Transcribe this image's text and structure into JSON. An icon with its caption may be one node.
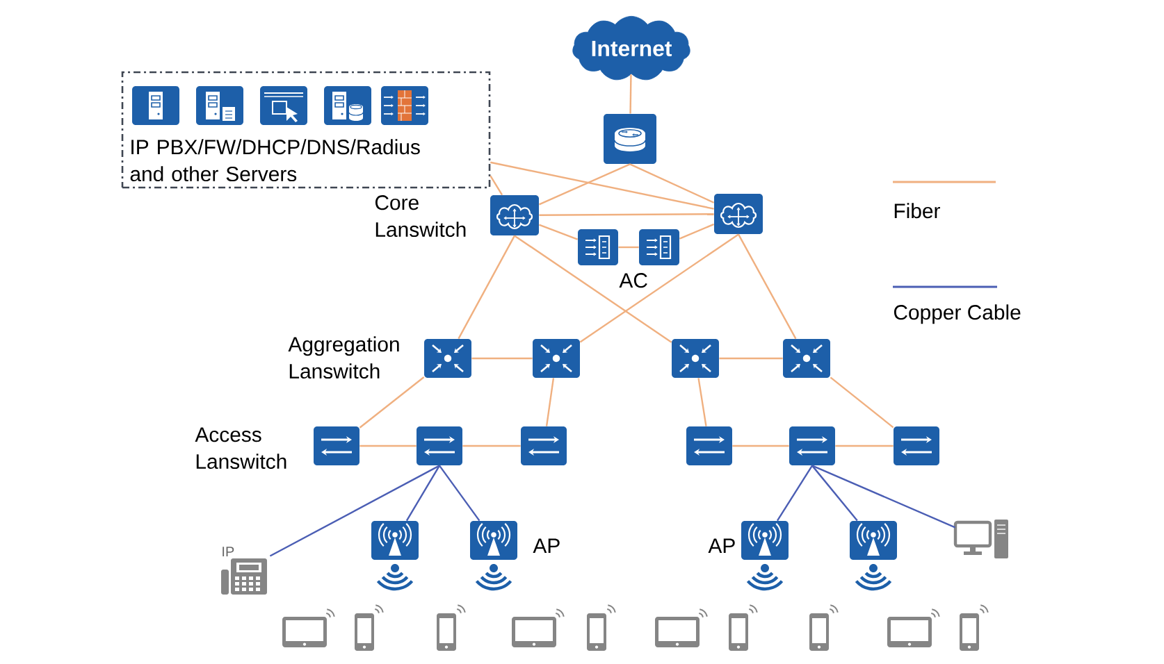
{
  "diagram": {
    "nodes": [
      {
        "text": [
          "Internet"
        ]
      },
      {
        "text": [
          "IP PBX/FW/DHCP/DNS/Radius and other Servers"
        ]
      },
      {
        "text": [],
        "shape": "box"
      },
      {
        "text": [],
        "shape": "box"
      },
      {
        "text": [],
        "shape": "box"
      },
      {
        "text": [],
        "shape": "box"
      },
      {
        "text": [],
        "shape": "box"
      },
      {
        "text": [],
        "shape": "box"
      },
      {
        "text": [],
        "shape": "box"
      },
      {
        "text": [],
        "shape": "box"
      },
      {
        "text": [],
        "shape": "box"
      },
      {
        "text": [],
        "shape": "box"
      },
      {
        "text": [],
        "shape": "box"
      },
      {
        "text": [],
        "shape": "box"
      },
      {
        "text": [],
        "shape": "box"
      },
      {
        "text": [],
        "shape": "box"
      },
      {
        "text": [],
        "shape": "box"
      },
      {
        "text": [
          "IP"
        ]
      },
      {
        "text": [],
        "shape": "box"
      },
      {
        "text": [],
        "shape": "box",
        "beside": [
          "AP"
        ]
      },
      {
        "text": [],
        "shape": "box",
        "beside": [
          "AP"
        ]
      },
      {
        "text": [],
        "shape": "box"
      },
      {
        "text": [],
        "shape": "picture"
      }
    ],
    "edges": [
      {
        "from": 0,
        "to": 2,
        "arrow": "none"
      },
      {
        "from": 2,
        "to": 3,
        "arrow": "none"
      },
      {
        "from": 2,
        "to": 4,
        "arrow": "none"
      },
      {
        "from": 1,
        "to": 3,
        "arrow": "none"
      },
      {
        "from": 1,
        "to": 4,
        "arrow": "none"
      },
      {
        "from": 3,
        "to": 4,
        "arrow": "none"
      },
      {
        "from": 3,
        "to": 5,
        "arrow": "none"
      },
      {
        "from": 5,
        "to": 6,
        "arrow": "none"
      },
      {
        "from": 6,
        "to": 4,
        "arrow": "none"
      },
      {
        "from": 3,
        "to": 7,
        "arrow": "none"
      },
      {
        "from": 3,
        "to": 9,
        "arrow": "none"
      },
      {
        "from": 4,
        "to": 8,
        "arrow": "none"
      },
      {
        "from": 4,
        "to": 10,
        "arrow": "none"
      },
      {
        "from": 7,
        "to": 8,
        "arrow": "none"
      },
      {
        "from": 9,
        "to": 10,
        "arrow": "none"
      },
      {
        "from": 7,
        "to": 11,
        "arrow": "none"
      },
      {
        "from": 8,
        "to": 13,
        "arrow": "none"
      },
      {
        "from": 9,
        "to": 14,
        "arrow": "none"
      },
      {
        "from": 10,
        "to": 16,
        "arrow": "none"
      },
      {
        "from": 11,
        "to": 12,
        "arrow": "none"
      },
      {
        "from": 12,
        "to": 13,
        "arrow": "none"
      },
      {
        "from": 14,
        "to": 15,
        "arrow": "none"
      },
      {
        "from": 15,
        "to": 16,
        "arrow": "none"
      },
      {
        "from": 12,
        "to": 17,
        "arrow": "none",
        "color": "#4b5eb4"
      },
      {
        "from": 12,
        "to": 18,
        "arrow": "none",
        "color": "#4b5eb4"
      },
      {
        "from": 12,
        "to": 19,
        "arrow": "none",
        "color": "#4b5eb4"
      },
      {
        "from": 15,
        "to": 20,
        "arrow": "none",
        "color": "#4b5eb4"
      },
      {
        "from": 15,
        "to": 21,
        "arrow": "none",
        "color": "#4b5eb4"
      },
      {
        "from": 15,
        "to": 22,
        "arrow": "none",
        "color": "#4b5eb4"
      }
    ],
    "labels": [
      "Core Lanswitch",
      "AC",
      "Aggregation Lanswitch",
      "Access Lanswitch"
    ],
    "legend": [
      {
        "text": "Fiber"
      },
      {
        "text": "Copper Cable"
      }
    ]
  }
}
